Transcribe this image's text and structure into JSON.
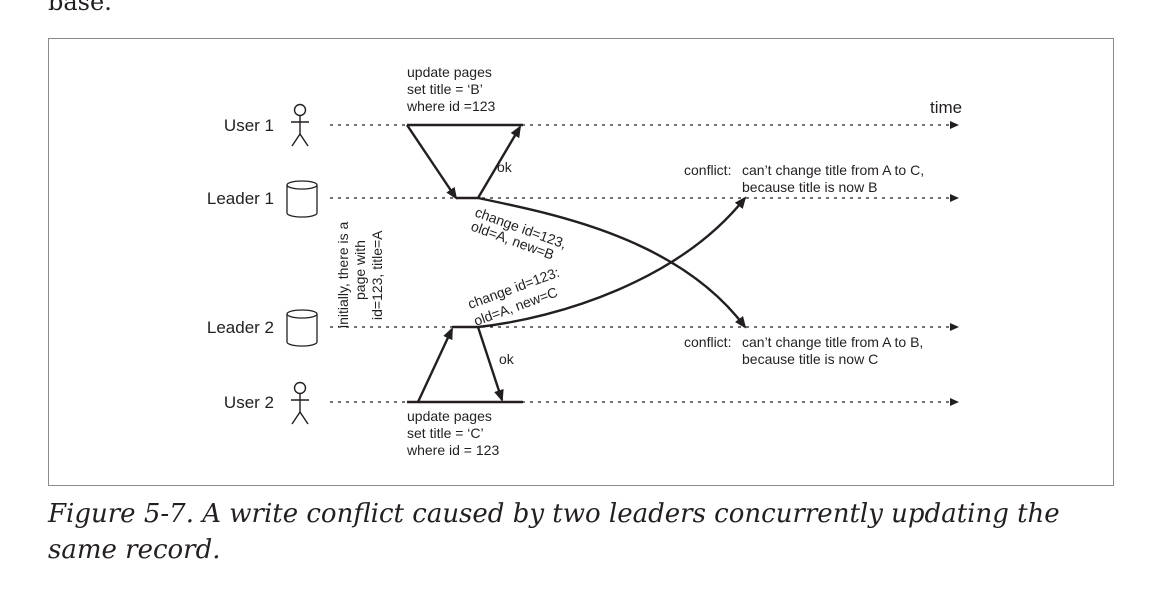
{
  "page": {
    "top_text": "base.",
    "caption": "Figure 5-7. A write conflict caused by two leaders concurrently updating the same record."
  },
  "diagram": {
    "rows": [
      "User 1",
      "Leader 1",
      "Leader 2",
      "User 2"
    ],
    "time_label": "time",
    "user1_query": [
      "update pages",
      "set title = ‘B’",
      "where id =123"
    ],
    "user2_query": [
      "update pages",
      "set title = ‘C’",
      "where id = 123"
    ],
    "ok_label": "ok",
    "initial_note": [
      "initially, there is a",
      "page with",
      "id=123, title=A"
    ],
    "repl_l1_to_l2": [
      "change id=123,",
      "old=A, new=B"
    ],
    "repl_l2_to_l1": [
      "change id=123:",
      "old=A, new=C"
    ],
    "conflict_leader1": [
      "conflict:",
      "can’t change title from A to C,",
      "because title is now B"
    ],
    "conflict_leader2": [
      "conflict:",
      "can’t change title from A to B,",
      "because title is now C"
    ]
  }
}
